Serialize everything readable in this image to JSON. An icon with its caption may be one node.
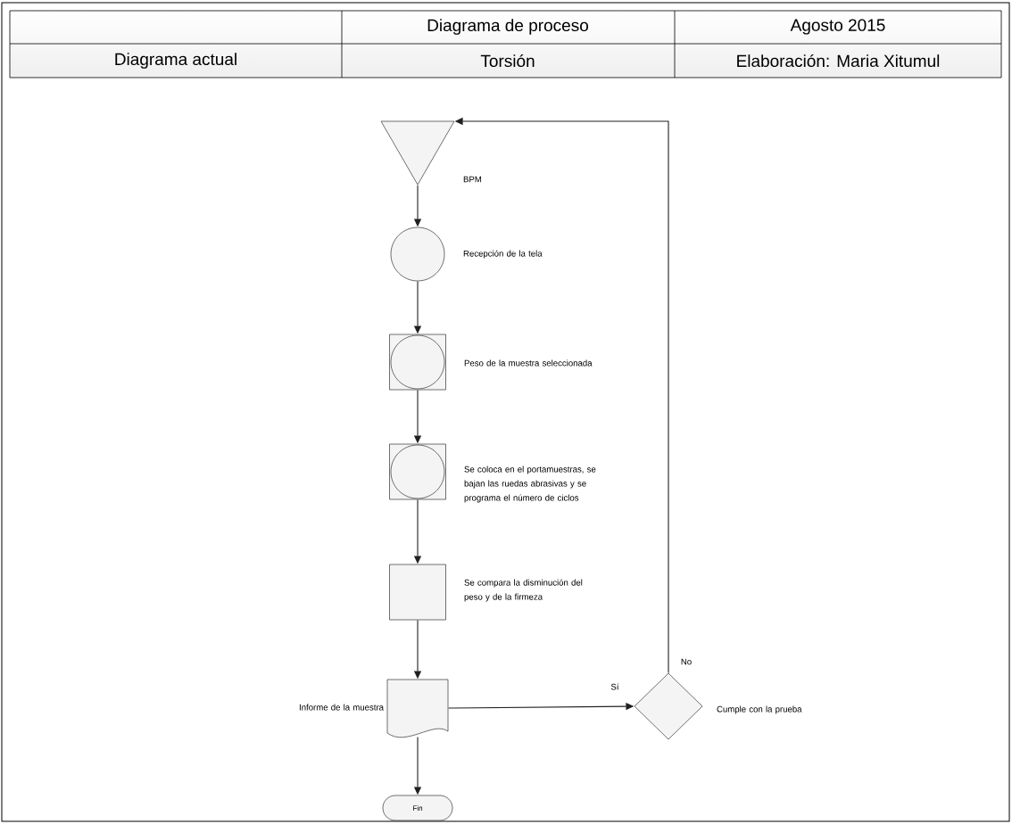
{
  "diagram": {
    "nodes": [
      {
        "text": [],
        "shape": "triangle",
        "beside": [
          "BPM"
        ]
      },
      {
        "text": [],
        "shape": "circle",
        "beside": [
          "Recepción de la tela"
        ]
      },
      {
        "text": [],
        "shape": "box",
        "beside": [
          "Peso de la muestra seleccionada"
        ]
      },
      {
        "text": [],
        "shape": "circle",
        "in": 2
      },
      {
        "text": [],
        "shape": "box",
        "beside": [
          "Se coloca en el portamuestras, se bajan las ruedas abrasivas y se programa el número de ciclos"
        ]
      },
      {
        "text": [],
        "shape": "circle",
        "in": 4
      },
      {
        "text": [],
        "shape": "box",
        "beside": [
          "Se compara la disminución del peso y de la firmeza"
        ]
      },
      {
        "text": [],
        "shape": "document",
        "beside": [
          "Informe de la muestra"
        ]
      },
      {
        "text": [],
        "shape": "diamond",
        "beside": [
          "Cumple con la prueba"
        ]
      },
      {
        "text": [
          "Fin"
        ]
      }
    ],
    "edges": [
      {
        "from": 0,
        "to": 1,
        "arrow": "to"
      },
      {
        "from": 1,
        "to": 2,
        "arrow": "to"
      },
      {
        "from": 2,
        "to": 4,
        "arrow": "to"
      },
      {
        "from": 4,
        "to": 6,
        "arrow": "to"
      },
      {
        "from": 6,
        "to": 7,
        "arrow": "to"
      },
      {
        "from": 7,
        "to": 8,
        "arrow": "to",
        "label": "Sí"
      },
      {
        "from": 8,
        "to": 0,
        "arrow": "to",
        "label": "No"
      },
      {
        "from": 7,
        "to": 9,
        "arrow": "to"
      }
    ],
    "labels": [
      "Diagrama de proceso",
      "Agosto 2015",
      "Diagrama actual",
      "Torsión",
      "Elaboración: Maria  Xitumul"
    ]
  }
}
